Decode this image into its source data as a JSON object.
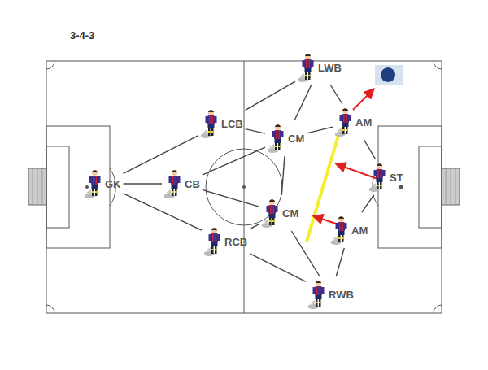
{
  "diagram": {
    "title": "3-4-3",
    "nodes": [
      {
        "text": [
          "GK"
        ]
      },
      {
        "text": [
          "LCB"
        ]
      },
      {
        "text": [
          "CB"
        ]
      },
      {
        "text": [
          "RCB"
        ]
      },
      {
        "text": [
          "CM"
        ]
      },
      {
        "text": [
          "CM"
        ]
      },
      {
        "text": [
          "LWB"
        ]
      },
      {
        "text": [
          "RWB"
        ]
      },
      {
        "text": [
          "AM"
        ]
      },
      {
        "text": [
          "AM"
        ]
      },
      {
        "text": [
          "ST"
        ]
      }
    ],
    "edges": [
      {
        "from": 0,
        "to": 1,
        "arrow": "none"
      },
      {
        "from": 0,
        "to": 2,
        "arrow": "none"
      },
      {
        "from": 0,
        "to": 3,
        "arrow": "none"
      },
      {
        "from": 1,
        "to": 6,
        "arrow": "none"
      },
      {
        "from": 1,
        "to": 4,
        "arrow": "none"
      },
      {
        "from": 2,
        "to": 4,
        "arrow": "none"
      },
      {
        "from": 2,
        "to": 5,
        "arrow": "none"
      },
      {
        "from": 4,
        "to": 5,
        "arrow": "none"
      },
      {
        "from": 3,
        "to": 5,
        "arrow": "none"
      },
      {
        "from": 3,
        "to": 7,
        "arrow": "none"
      },
      {
        "from": 4,
        "to": 6,
        "arrow": "none"
      },
      {
        "from": 4,
        "to": 8,
        "arrow": "none"
      },
      {
        "from": 6,
        "to": 8,
        "arrow": "none"
      },
      {
        "from": 5,
        "to": 7,
        "arrow": "none"
      },
      {
        "from": 8,
        "to": 10,
        "arrow": "none"
      },
      {
        "from": 9,
        "to": 10,
        "arrow": "none"
      },
      {
        "from": 7,
        "to": 9,
        "arrow": "none"
      }
    ]
  }
}
